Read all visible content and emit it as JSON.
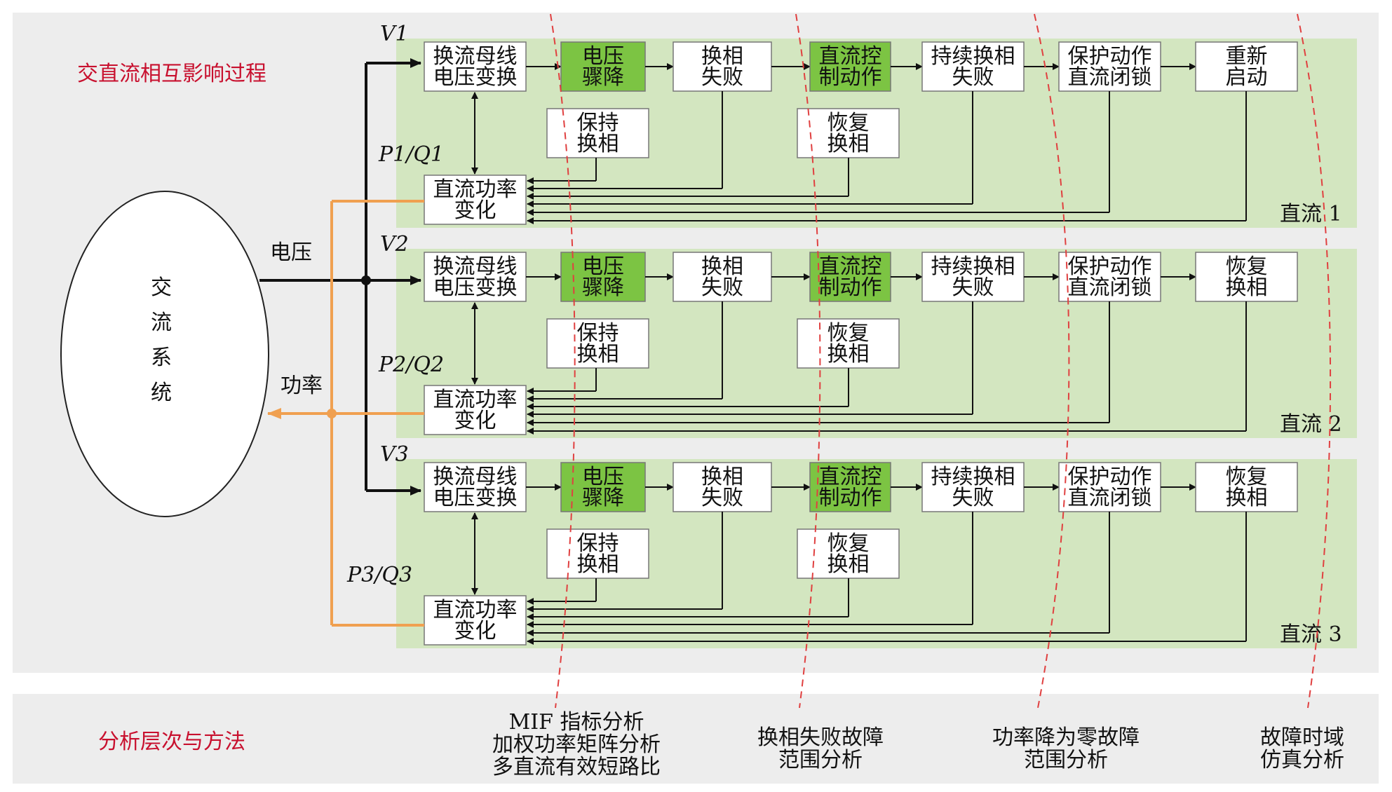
{
  "headers": {
    "top": "交直流相互影响过程",
    "bottom": "分析层次与方法"
  },
  "ac_system": [
    "交",
    "流",
    "系",
    "统"
  ],
  "labels": {
    "voltage": "电压",
    "power": "功率"
  },
  "dc_rows": [
    {
      "name": "直流 1",
      "v": "V1",
      "pq": "P1/Q1",
      "boxes": [
        [
          "换流母线",
          "电压变换"
        ],
        [
          "电压",
          "骤降"
        ],
        [
          "换相",
          "失败"
        ],
        [
          "直流控",
          "制动作"
        ],
        [
          "持续换相",
          "失败"
        ],
        [
          "保护动作",
          "直流闭锁"
        ],
        [
          "重新",
          "启动"
        ]
      ],
      "sub1": [
        "保持",
        "换相"
      ],
      "sub2": [
        "恢复",
        "换相"
      ],
      "power": [
        "直流功率",
        "变化"
      ]
    },
    {
      "name": "直流 2",
      "v": "V2",
      "pq": "P2/Q2",
      "boxes": [
        [
          "换流母线",
          "电压变换"
        ],
        [
          "电压",
          "骤降"
        ],
        [
          "换相",
          "失败"
        ],
        [
          "直流控",
          "制动作"
        ],
        [
          "持续换相",
          "失败"
        ],
        [
          "保护动作",
          "直流闭锁"
        ],
        [
          "恢复",
          "换相"
        ]
      ],
      "sub1": [
        "保持",
        "换相"
      ],
      "sub2": [
        "恢复",
        "换相"
      ],
      "power": [
        "直流功率",
        "变化"
      ]
    },
    {
      "name": "直流 3",
      "v": "V3",
      "pq": "P3/Q3",
      "boxes": [
        [
          "换流母线",
          "电压变换"
        ],
        [
          "电压",
          "骤降"
        ],
        [
          "换相",
          "失败"
        ],
        [
          "直流控",
          "制动作"
        ],
        [
          "持续换相",
          "失败"
        ],
        [
          "保护动作",
          "直流闭锁"
        ],
        [
          "恢复",
          "换相"
        ]
      ],
      "sub1": [
        "保持",
        "换相"
      ],
      "sub2": [
        "恢复",
        "换相"
      ],
      "power": [
        "直流功率",
        "变化"
      ]
    }
  ],
  "methods": [
    [
      "MIF 指标分析",
      "加权功率矩阵分析",
      "多直流有效短路比"
    ],
    [
      "换相失败故障",
      "范围分析"
    ],
    [
      "功率降为零故障",
      "范围分析"
    ],
    [
      "故障时域",
      "仿真分析"
    ]
  ],
  "colors": {
    "panel_bg": "#ededed",
    "row_bg": "#d3e6c0",
    "highlight_box": "#7cc443",
    "power_line": "#f0a050",
    "header_red": "#c8102e",
    "dash_red": "#e04040"
  }
}
